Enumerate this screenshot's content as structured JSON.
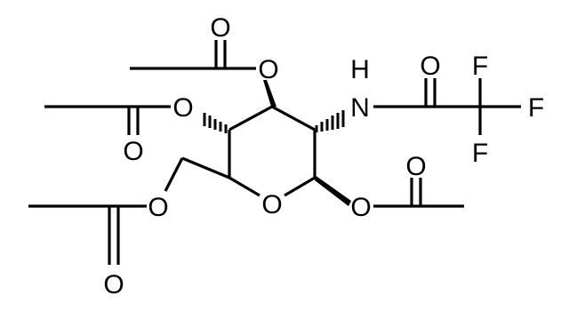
{
  "atoms": {
    "o_ac3_carbonyl": "O",
    "o_ac3_ester": "O",
    "n_amide": "H\nN",
    "n_letter": "N",
    "h_letter": "H",
    "o_tfa_carbonyl": "O",
    "f_top": "F",
    "f_right": "F",
    "f_bottom": "F",
    "o_ac4_ester": "O",
    "o_ac4_carbonyl": "O",
    "o_ring": "O",
    "o_ac1_ester": "O",
    "o_ac1_carbonyl": "O",
    "o_ac6_ester": "O",
    "o_ac6_carbonyl": "O"
  }
}
